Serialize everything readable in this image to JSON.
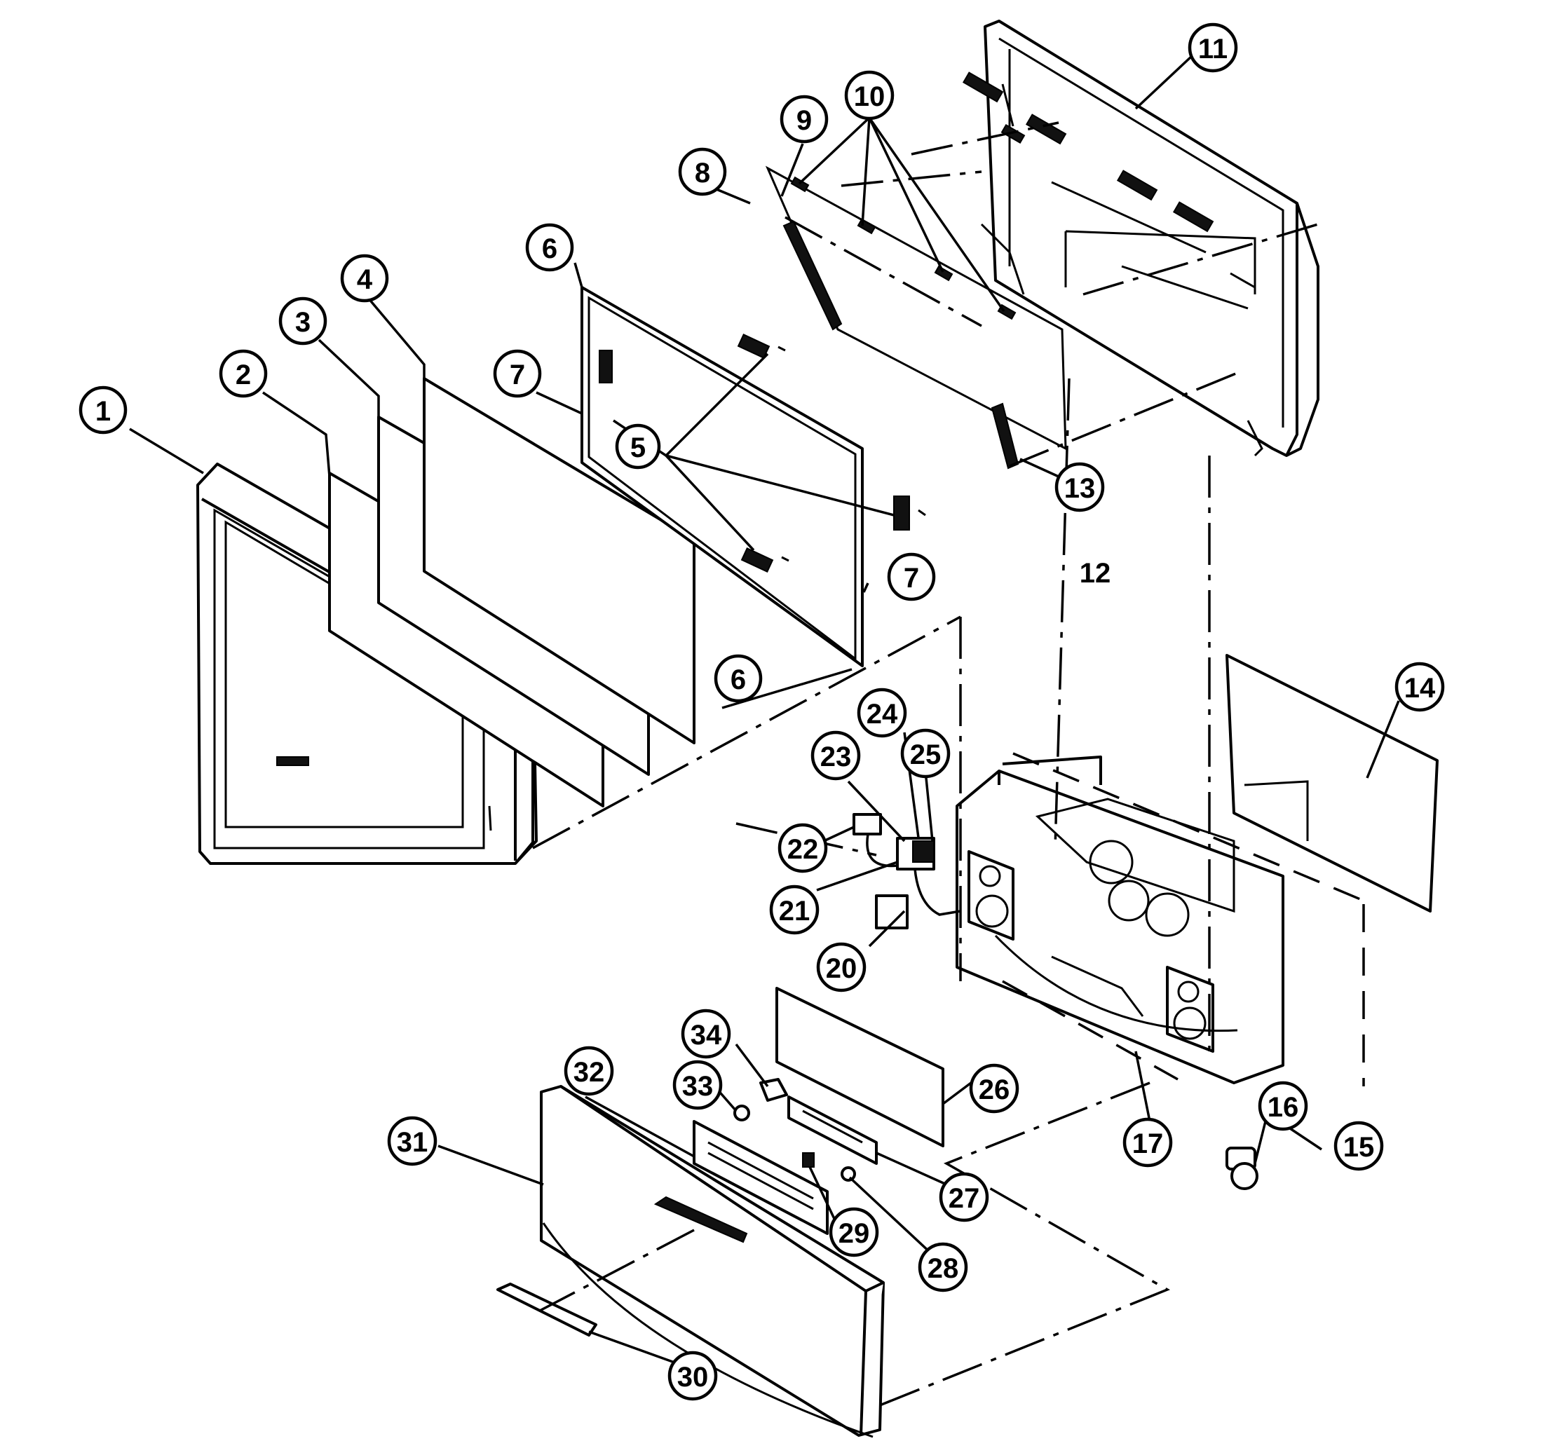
{
  "diagram": {
    "type": "exploded-parts-view",
    "colors": {
      "line": "#000000",
      "background": "#ffffff"
    },
    "callouts": [
      {
        "id": "c1",
        "label": "1"
      },
      {
        "id": "c2",
        "label": "2"
      },
      {
        "id": "c3",
        "label": "3"
      },
      {
        "id": "c4",
        "label": "4"
      },
      {
        "id": "c5",
        "label": "5"
      },
      {
        "id": "c6a",
        "label": "6"
      },
      {
        "id": "c6b",
        "label": "6"
      },
      {
        "id": "c7a",
        "label": "7"
      },
      {
        "id": "c7b",
        "label": "7"
      },
      {
        "id": "c8",
        "label": "8"
      },
      {
        "id": "c9",
        "label": "9"
      },
      {
        "id": "c10",
        "label": "10"
      },
      {
        "id": "c11",
        "label": "11"
      },
      {
        "id": "c12",
        "label": "12"
      },
      {
        "id": "c13",
        "label": "13"
      },
      {
        "id": "c14",
        "label": "14"
      },
      {
        "id": "c15",
        "label": "15"
      },
      {
        "id": "c16",
        "label": "16"
      },
      {
        "id": "c17",
        "label": "17"
      },
      {
        "id": "c20",
        "label": "20"
      },
      {
        "id": "c21",
        "label": "21"
      },
      {
        "id": "c22",
        "label": "22"
      },
      {
        "id": "c23",
        "label": "23"
      },
      {
        "id": "c24",
        "label": "24"
      },
      {
        "id": "c25",
        "label": "25"
      },
      {
        "id": "c26",
        "label": "26"
      },
      {
        "id": "c27",
        "label": "27"
      },
      {
        "id": "c28",
        "label": "28"
      },
      {
        "id": "c29",
        "label": "29"
      },
      {
        "id": "c30",
        "label": "30"
      },
      {
        "id": "c31",
        "label": "31"
      },
      {
        "id": "c32",
        "label": "32"
      },
      {
        "id": "c33",
        "label": "33"
      },
      {
        "id": "c34",
        "label": "34"
      }
    ]
  }
}
